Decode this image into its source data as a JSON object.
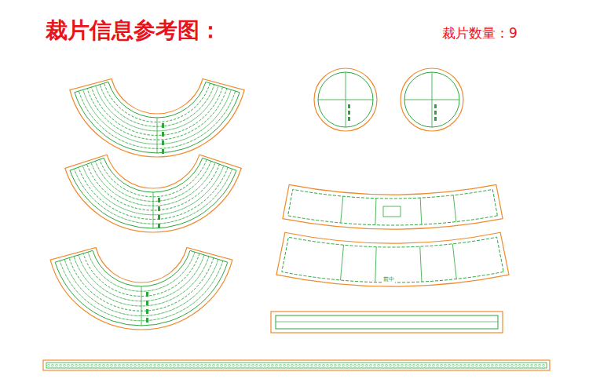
{
  "diagram": {
    "title": "裁片信息参考图：",
    "labels": [
      "裁片数量：9",
      "前中"
    ]
  }
}
